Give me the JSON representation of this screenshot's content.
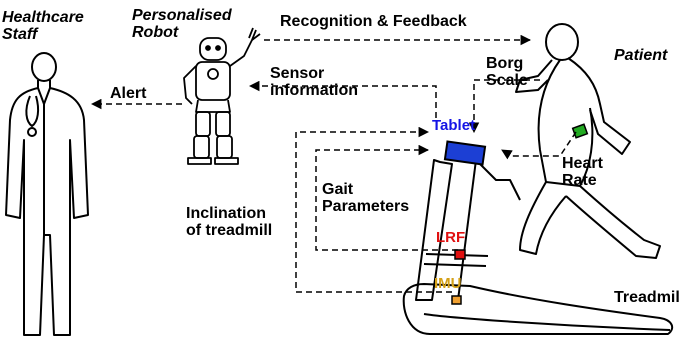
{
  "labels": {
    "healthcare_staff": [
      "Healthcare",
      "Staff"
    ],
    "personalised_robot": [
      "Personalised",
      "Robot"
    ],
    "patient": "Patient",
    "recognition_feedback": "Recognition & Feedback",
    "sensor_information": [
      "Sensor",
      "information"
    ],
    "alert": "Alert",
    "borg_scale": [
      "Borg",
      "Scale"
    ],
    "tablet": "Tablet",
    "heart_rate": [
      "Heart",
      "Rate"
    ],
    "gait_parameters": [
      "Gait",
      "Parameters"
    ],
    "inclination_of_treadmill": [
      "Inclination",
      "of treadmill"
    ],
    "lrf": "LRF",
    "imu": "IMU",
    "treadmill": "Treadmil"
  },
  "colors": {
    "tablet_text": "#1414e6",
    "lrf_text": "#e01010",
    "imu_text": "#d4a017",
    "tablet_screen": "#1c3fd4",
    "heart_sensor": "#22aa22",
    "lrf_sensor": "#e01010",
    "imu_sensor": "#f0a030",
    "stroke": "#000000"
  },
  "icons": {
    "staff": "doctor-with-stethoscope-icon",
    "robot": "humanoid-robot-icon",
    "patient": "running-person-icon",
    "treadmill": "treadmill-icon",
    "tablet": "tablet-icon"
  }
}
